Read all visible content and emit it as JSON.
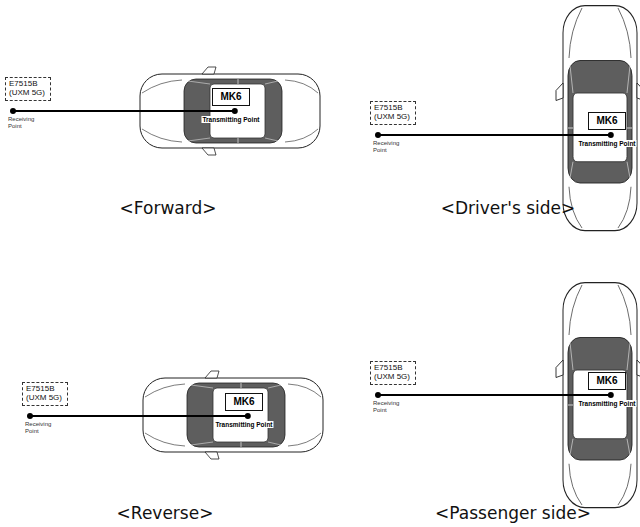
{
  "diagram": {
    "nodes": [
      {
        "text": [
          "E7515B (UXM 5G)",
          "Receiving Point"
        ]
      },
      {
        "text": [
          "MK6",
          "Transmitting Point"
        ]
      },
      {
        "text": [
          "E7515B (UXM 5G)",
          "Receiving Point"
        ]
      },
      {
        "text": [
          "MK6",
          "Transmitting Point"
        ]
      },
      {
        "text": [
          "E7515B (UXM 5G)",
          "Receiving Point"
        ]
      },
      {
        "text": [
          "MK6",
          "Transmitting Point"
        ]
      },
      {
        "text": [
          "E7515B (UXM 5G)",
          "Receiving Point"
        ]
      },
      {
        "text": [
          "MK6",
          "Transmitting Point"
        ]
      }
    ],
    "edges": [
      {
        "from": 0,
        "to": 1,
        "arrow": "none"
      },
      {
        "from": 2,
        "to": 3,
        "arrow": "none"
      },
      {
        "from": 4,
        "to": 5,
        "arrow": "none"
      },
      {
        "from": 6,
        "to": 7,
        "arrow": "none"
      }
    ],
    "labels": [
      "<Forward>",
      "<Driver's side>",
      "<Reverse>",
      "<Passenger side>"
    ]
  }
}
